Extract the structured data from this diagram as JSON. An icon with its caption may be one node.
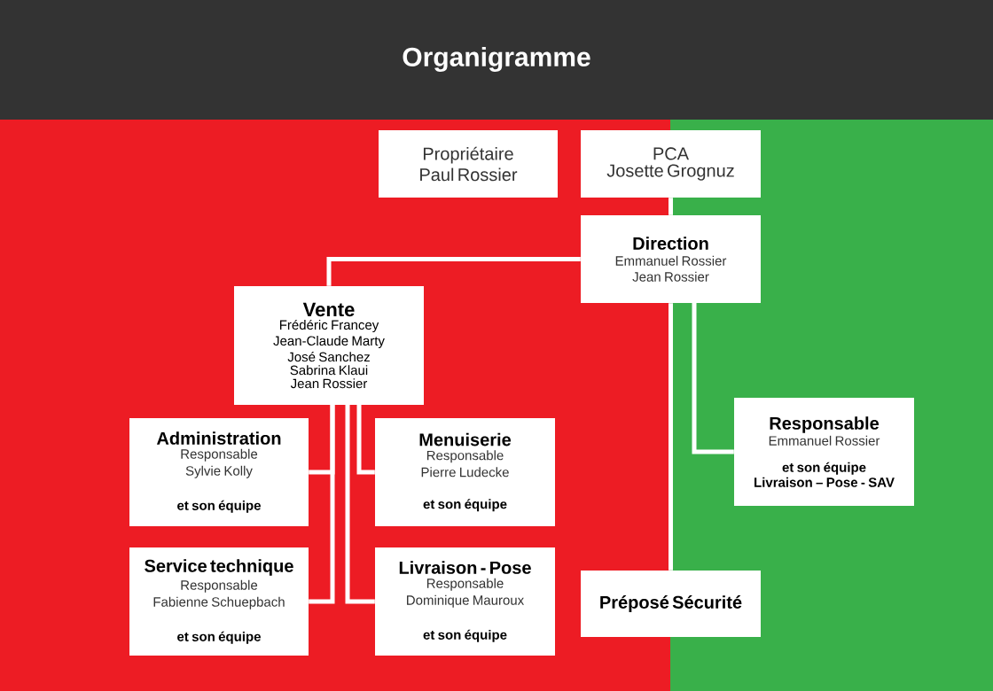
{
  "diagram": {
    "title": "Organigramme",
    "nodes": [
      {
        "text": [
          "Propriétaire",
          "Paul Rossier"
        ]
      },
      {
        "text": [
          "PCA",
          "Josette Grognuz"
        ]
      },
      {
        "text": [
          "Direction",
          "Emmanuel Rossier",
          "Jean Rossier"
        ]
      },
      {
        "text": [
          "Vente",
          "Frédéric Francey",
          "Jean-Claude Marty",
          "José Sanchez",
          "Sabrina Klaui",
          "Jean Rossier"
        ]
      },
      {
        "text": [
          "Administration",
          "Responsable",
          "Sylvie Kolly",
          "et son équipe"
        ]
      },
      {
        "text": [
          "Menuiserie",
          "Responsable",
          "Pierre Ludecke",
          "et son équipe"
        ]
      },
      {
        "text": [
          "Responsable",
          "Emmanuel Rossier",
          "et son équipe",
          "Livraison – Pose - SAV"
        ]
      },
      {
        "text": [
          "Service technique",
          "Responsable",
          "Fabienne Schuepbach",
          "et son équipe"
        ]
      },
      {
        "text": [
          "Livraison - Pose",
          "Responsable",
          "Dominique Mauroux",
          "et son équipe"
        ]
      },
      {
        "text": [
          "Préposé Sécurité"
        ]
      }
    ],
    "edges": [
      {
        "from": 1,
        "to": 2,
        "arrow": "none"
      },
      {
        "from": 2,
        "to": 3,
        "arrow": "none"
      },
      {
        "from": 2,
        "to": 6,
        "arrow": "none"
      },
      {
        "from": 2,
        "to": 9,
        "arrow": "none"
      },
      {
        "from": 3,
        "to": 4,
        "arrow": "none"
      },
      {
        "from": 3,
        "to": 5,
        "arrow": "none"
      },
      {
        "from": 3,
        "to": 7,
        "arrow": "none"
      },
      {
        "from": 3,
        "to": 8,
        "arrow": "none"
      }
    ]
  }
}
